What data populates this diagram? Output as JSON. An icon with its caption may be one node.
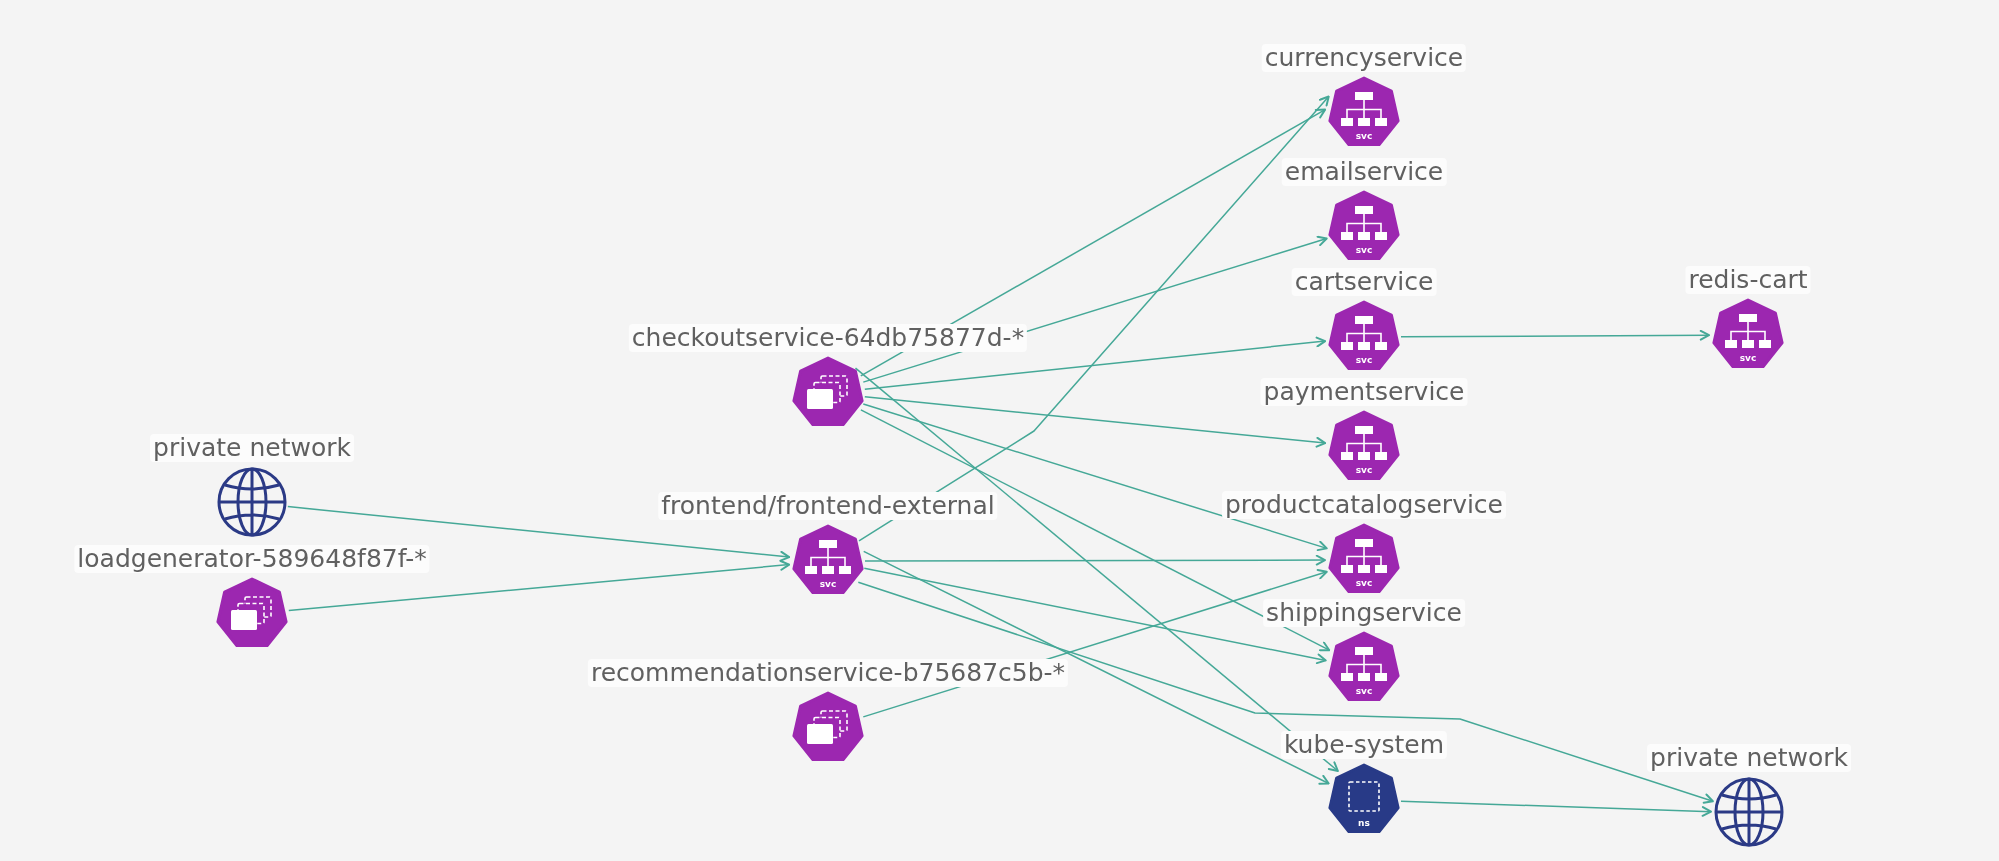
{
  "diagram": {
    "nodes": [
      {
        "text": [
          "private network"
        ]
      },
      {
        "text": [
          "loadgenerator-589648f87f-*"
        ]
      },
      {
        "text": [
          "checkoutservice-64db75877d-*"
        ]
      },
      {
        "text": [
          "frontend/frontend-external",
          "svc"
        ]
      },
      {
        "text": [
          "recommendationservice-b75687c5b-*"
        ]
      },
      {
        "text": [
          "currencyservice",
          "svc"
        ]
      },
      {
        "text": [
          "emailservice",
          "svc"
        ]
      },
      {
        "text": [
          "cartservice",
          "svc"
        ]
      },
      {
        "text": [
          "paymentservice",
          "svc"
        ]
      },
      {
        "text": [
          "productcatalogservice",
          "svc"
        ]
      },
      {
        "text": [
          "shippingservice",
          "svc"
        ]
      },
      {
        "text": [
          "kube-system",
          "ns"
        ]
      },
      {
        "text": [
          "redis-cart",
          "svc"
        ]
      },
      {
        "text": [
          "private network"
        ]
      }
    ],
    "edges": [
      {
        "from": 0,
        "to": 3,
        "arrow": "to"
      },
      {
        "from": 1,
        "to": 3,
        "arrow": "to"
      },
      {
        "from": 2,
        "to": 5,
        "arrow": "to"
      },
      {
        "from": 2,
        "to": 6,
        "arrow": "to"
      },
      {
        "from": 2,
        "to": 7,
        "arrow": "to"
      },
      {
        "from": 2,
        "to": 8,
        "arrow": "to"
      },
      {
        "from": 2,
        "to": 9,
        "arrow": "to"
      },
      {
        "from": 2,
        "to": 10,
        "arrow": "to"
      },
      {
        "from": 2,
        "to": 11,
        "arrow": "to"
      },
      {
        "from": 3,
        "to": 5,
        "arrow": "to"
      },
      {
        "from": 3,
        "to": 9,
        "arrow": "to"
      },
      {
        "from": 3,
        "to": 10,
        "arrow": "to"
      },
      {
        "from": 3,
        "to": 13,
        "arrow": "to"
      },
      {
        "from": 3,
        "to": 11,
        "arrow": "to"
      },
      {
        "from": 4,
        "to": 9,
        "arrow": "to"
      },
      {
        "from": 7,
        "to": 12,
        "arrow": "to"
      },
      {
        "from": 11,
        "to": 13,
        "arrow": "to"
      }
    ]
  }
}
